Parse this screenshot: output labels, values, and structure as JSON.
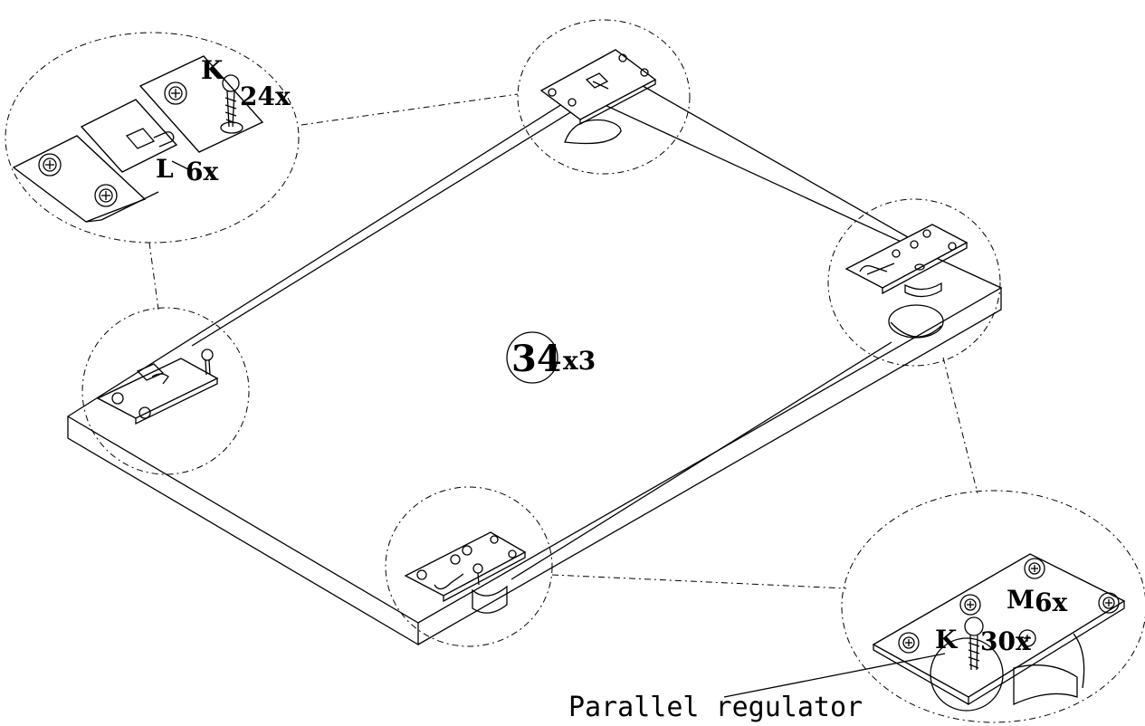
{
  "part_number": "34",
  "part_quantity": "x3",
  "labels": {
    "top_left_screw_letter": "K",
    "top_left_screw_count": "24x",
    "top_left_pin_letter": "L",
    "top_left_pin_count": "6x",
    "bottom_right_screw_letter": "M",
    "bottom_right_screw_count": "6x",
    "bottom_right_long_screw_letter": "K",
    "bottom_right_long_screw_count": "30x"
  },
  "parallel_regulator_note": "Parallel regulator",
  "icons": {
    "screw": "phillips-screw-icon",
    "hinge": "hinge-plate-icon",
    "wheel": "roller-wheel-icon"
  },
  "colors": {
    "line": "#000000",
    "background": "#ffffff"
  }
}
